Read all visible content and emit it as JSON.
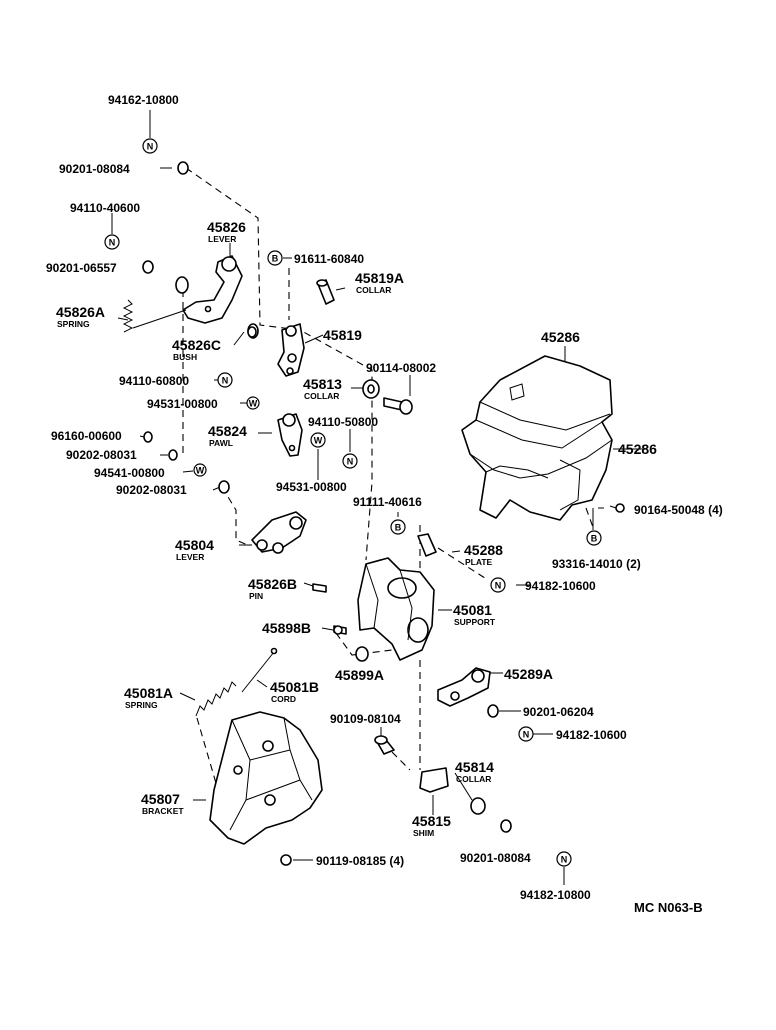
{
  "parts": [
    {
      "number": "94162-10800"
    },
    {
      "number": "90201-08084"
    },
    {
      "number": "94110-40600"
    },
    {
      "number": "45826",
      "name": "LEVER"
    },
    {
      "number": "90201-06557"
    },
    {
      "number": "91611-60840"
    },
    {
      "number": "45819A",
      "name": "COLLAR"
    },
    {
      "number": "45826A",
      "name": "SPRING"
    },
    {
      "number": "45826C",
      "name": "BUSH"
    },
    {
      "number": "45819"
    },
    {
      "number": "45286"
    },
    {
      "number": "90114-08002"
    },
    {
      "number": "94110-60800"
    },
    {
      "number": "45813",
      "name": "COLLAR"
    },
    {
      "number": "94531-00800"
    },
    {
      "number": "94110-50800"
    },
    {
      "number": "45824",
      "name": "PAWL"
    },
    {
      "number": "96160-00600"
    },
    {
      "number": "90202-08031"
    },
    {
      "number": "94541-00800"
    },
    {
      "number": "94531-00800"
    },
    {
      "number": "90202-08031"
    },
    {
      "number": "91111-40616"
    },
    {
      "number": "90164-50048 (4)"
    },
    {
      "number": "45804",
      "name": "LEVER"
    },
    {
      "number": "45288",
      "name": "PLATE"
    },
    {
      "number": "93316-14010 (2)"
    },
    {
      "number": "94182-10600"
    },
    {
      "number": "45826B",
      "name": "PIN"
    },
    {
      "number": "45081",
      "name": "SUPPORT"
    },
    {
      "number": "45898B"
    },
    {
      "number": "45899A"
    },
    {
      "number": "45289A"
    },
    {
      "number": "45081A",
      "name": "SPRING"
    },
    {
      "number": "45081B",
      "name": "CORD"
    },
    {
      "number": "90201-06204"
    },
    {
      "number": "90109-08104"
    },
    {
      "number": "94182-10600"
    },
    {
      "number": "45814",
      "name": "COLLAR"
    },
    {
      "number": "45807",
      "name": "BRACKET"
    },
    {
      "number": "45815",
      "name": "SHIM"
    },
    {
      "number": "90119-08185 (4)"
    },
    {
      "number": "90201-08084"
    },
    {
      "number": "94182-10800"
    },
    {
      "number": "45286"
    }
  ],
  "symbols": {
    "nut": "N",
    "bolt": "B",
    "washer": "W"
  },
  "drawing_ref": "MC N063-B"
}
